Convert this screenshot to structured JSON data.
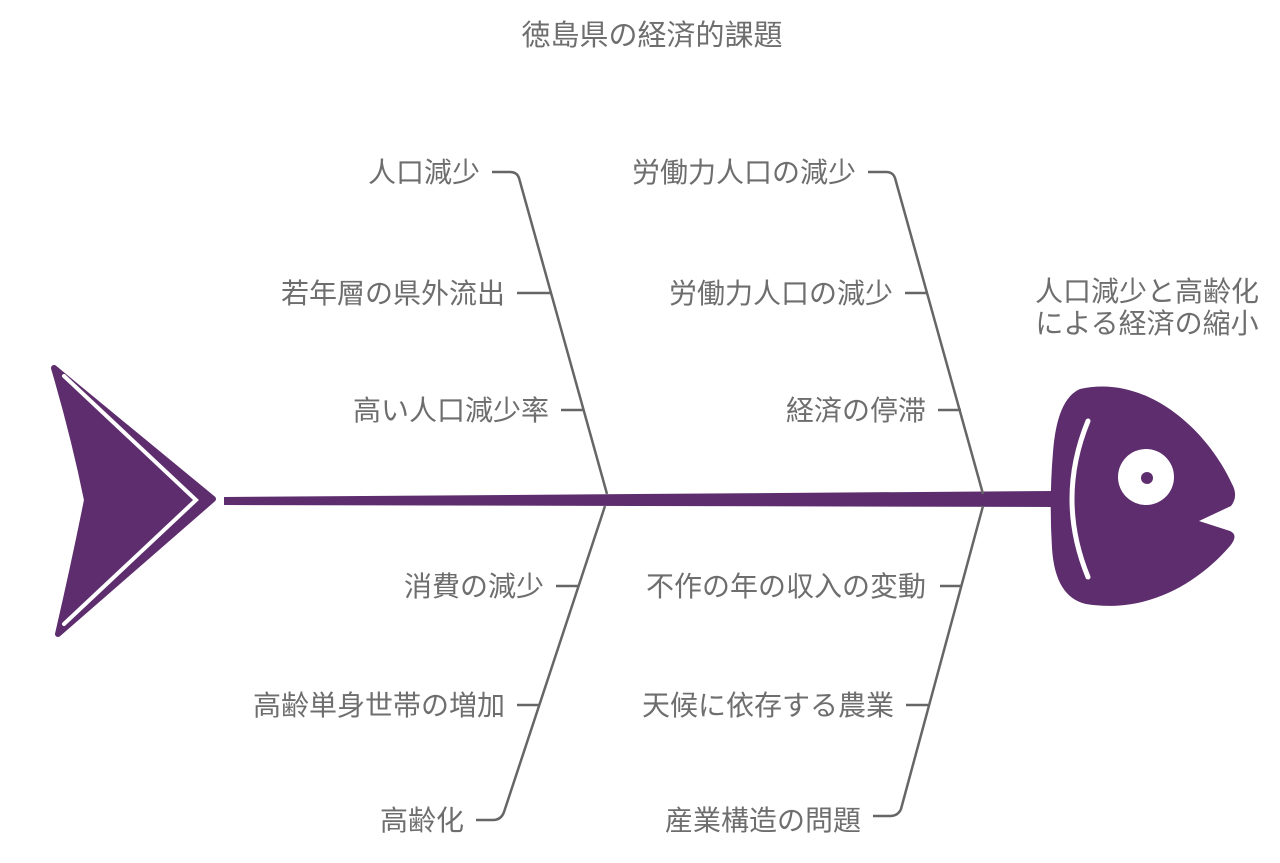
{
  "title": "徳島県の経済的課題",
  "effect": {
    "line1": "人口減少と高齢化",
    "line2": "による経済の縮小"
  },
  "branches": {
    "top_left": [
      "人口減少",
      "若年層の県外流出",
      "高い人口減少率"
    ],
    "top_right": [
      "労働力人口の減少",
      "労働力人口の減少",
      "経済の停滞"
    ],
    "bottom_left": [
      "消費の減少",
      "高齢単身世帯の増加",
      "高齢化"
    ],
    "bottom_right": [
      "不作の年の収入の変動",
      "天候に依存する農業",
      "産業構造の問題"
    ]
  },
  "icons": {
    "fish_head": "fish-head-icon",
    "fish_tail": "fish-tail-icon",
    "fish_eye": "fish-eye-icon"
  },
  "colors": {
    "fish_purple": "#5D2D6E",
    "branch_line_gray": "#666666",
    "text_gray": "#6E6E6E",
    "background": "#FFFFFF"
  }
}
